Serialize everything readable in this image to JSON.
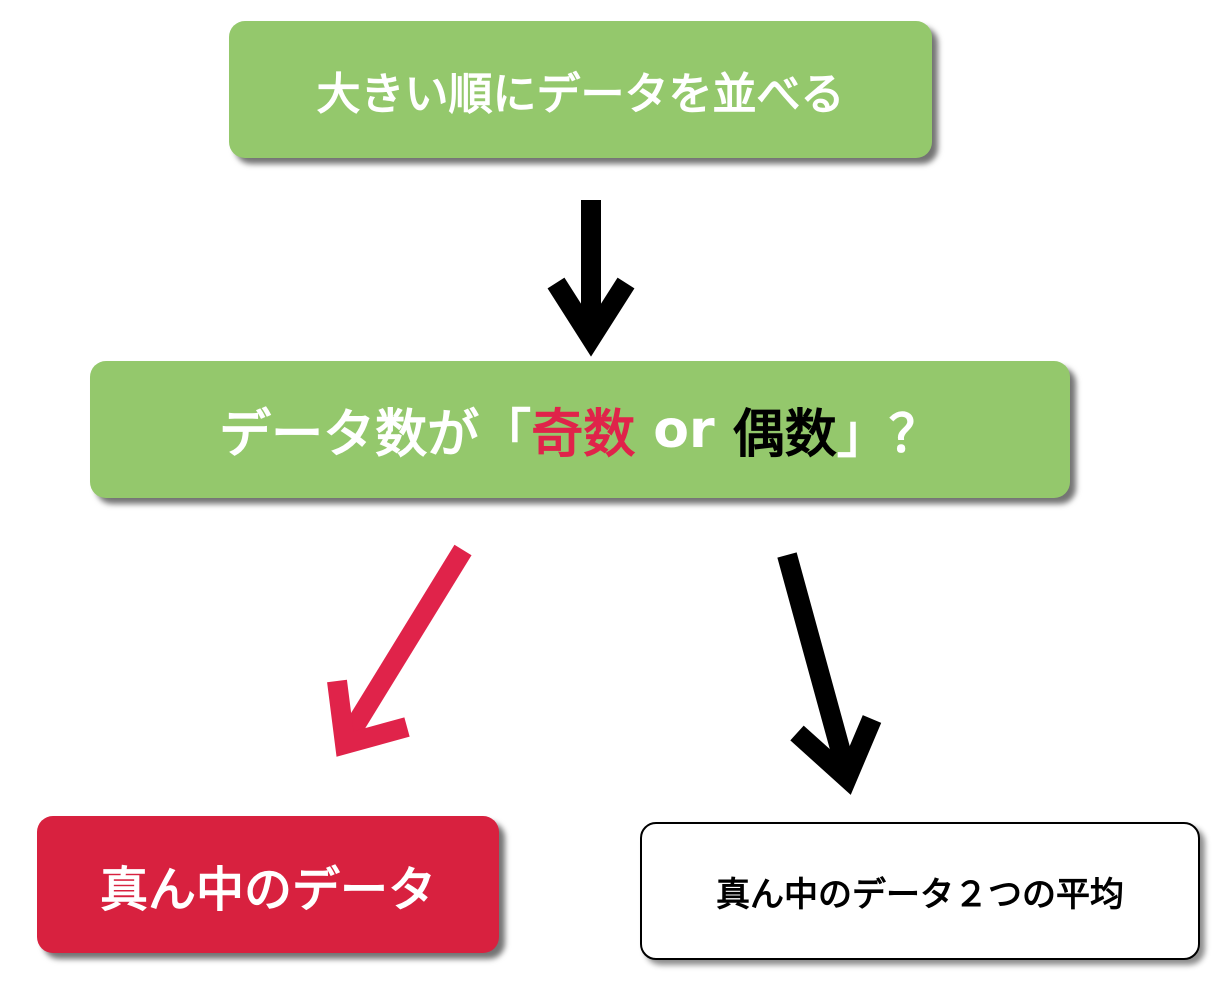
{
  "nodes": {
    "sort": {
      "label": "大きい順にデータを並べる"
    },
    "question": {
      "prefix": "データ数が「",
      "odd": "奇数",
      "or": " or ",
      "even": "偶数",
      "suffix": "」？"
    },
    "odd_result": {
      "label": "真ん中のデータ"
    },
    "even_result": {
      "label": "真ん中のデータ２つの平均"
    }
  },
  "colors": {
    "green_box": "#94c86c",
    "red": "#d8213f",
    "red_text": "#e0234a",
    "black": "#000000",
    "white": "#ffffff"
  }
}
